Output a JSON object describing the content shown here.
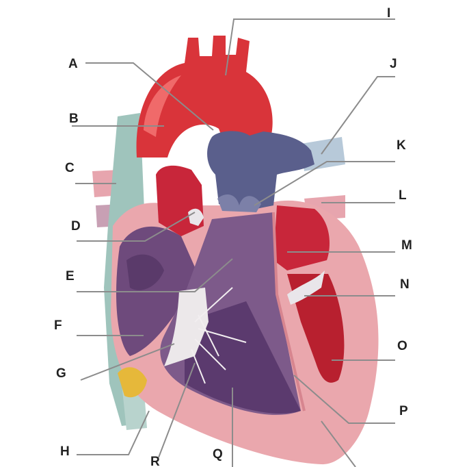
{
  "labels": {
    "A": "A",
    "B": "B",
    "C": "C",
    "D": "D",
    "E": "E",
    "F": "F",
    "G": "G",
    "H": "H",
    "I": "I",
    "J": "J",
    "K": "K",
    "L": "L",
    "M": "M",
    "N": "N",
    "O": "O",
    "P": "P",
    "Q": "Q",
    "R": "R"
  },
  "colors": {
    "aorta": "#d9343a",
    "aorta_highlight": "#f06a6a",
    "pulmonary": "#5a5f8c",
    "vena_cava": "#9fc4bc",
    "myocardium": "#eaa7ad",
    "right_chambers": "#6e4a7c",
    "left_chambers": "#c8263a",
    "fat": "#e6b83a",
    "valve": "#e9e6ea",
    "leader_line": "#8c8c8c"
  }
}
